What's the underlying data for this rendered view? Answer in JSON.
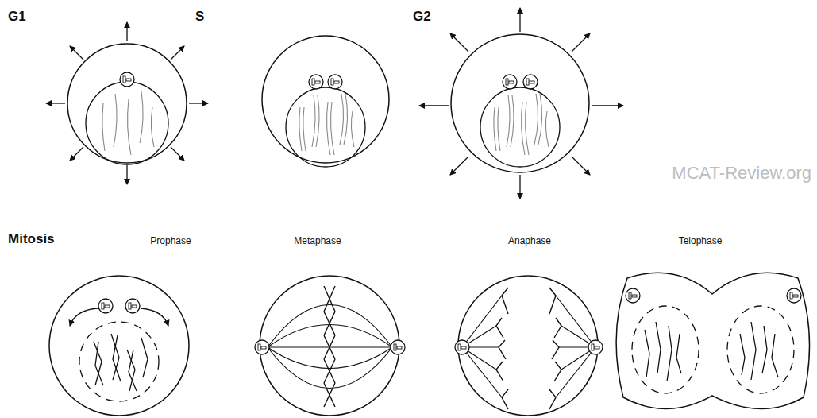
{
  "diagram": {
    "labels": [
      "G1",
      "S",
      "G2",
      "MCAT-Review.org",
      "Mitosis",
      "Prophase",
      "Metaphase",
      "Anaphase",
      "Telophase"
    ]
  }
}
